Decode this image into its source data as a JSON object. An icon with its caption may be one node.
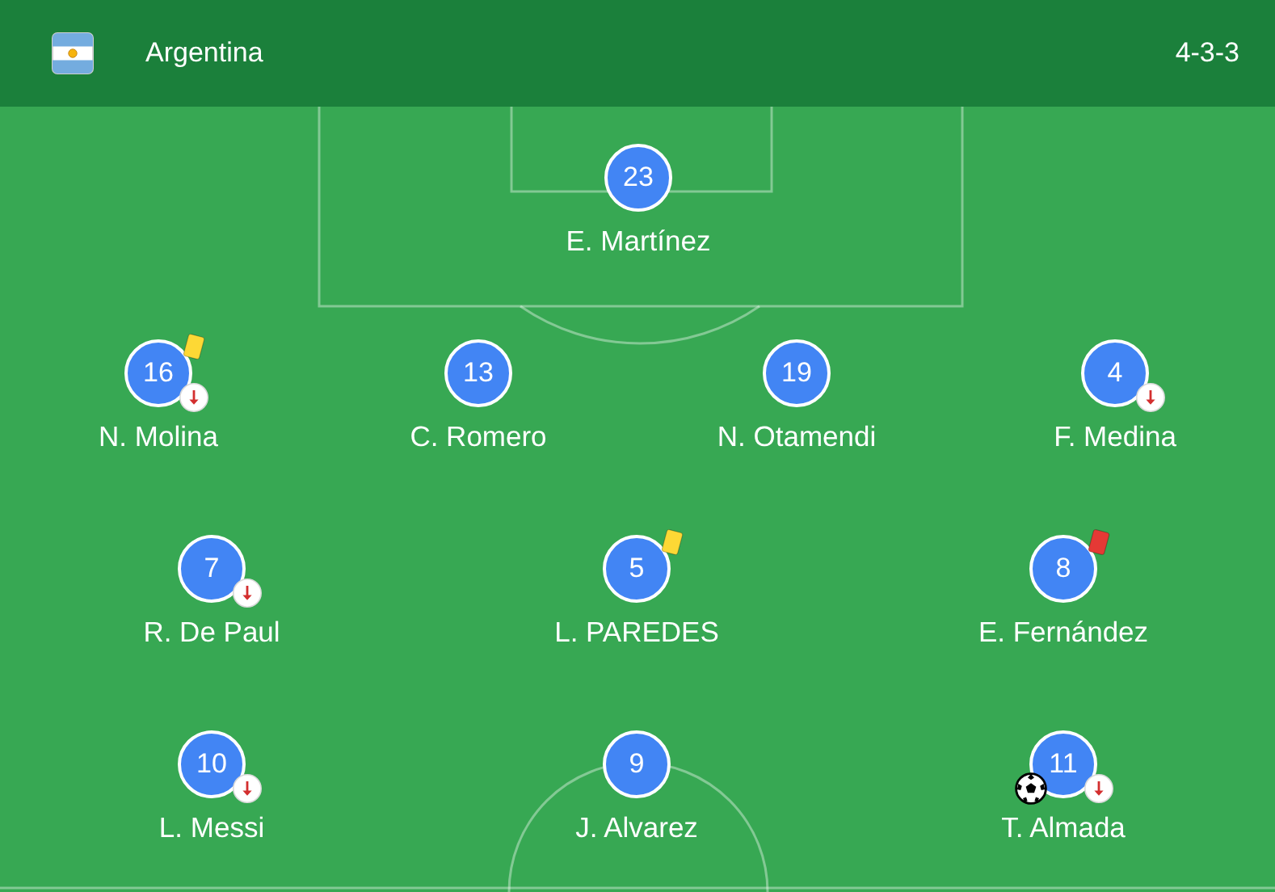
{
  "diagram": {
    "title": "Argentina",
    "nodes": [
      {
        "text": [
          "23"
        ],
        "beside": [
          "E. Martínez"
        ]
      },
      {
        "text": [
          "16"
        ],
        "beside": [
          "N. Molina"
        ]
      },
      {
        "text": [
          "13"
        ],
        "beside": [
          "C. Romero"
        ]
      },
      {
        "text": [
          "19"
        ],
        "beside": [
          "N. Otamendi"
        ]
      },
      {
        "text": [
          "4"
        ],
        "beside": [
          "F. Medina"
        ]
      },
      {
        "text": [
          "7"
        ],
        "beside": [
          "R. De Paul"
        ]
      },
      {
        "text": [
          "5"
        ],
        "beside": [
          "L. PAREDES"
        ]
      },
      {
        "text": [
          "8"
        ],
        "beside": [
          "E. Fernández"
        ]
      },
      {
        "text": [
          "10"
        ],
        "beside": [
          "L. Messi"
        ]
      },
      {
        "text": [
          "9"
        ],
        "beside": [
          "J. Alvarez"
        ]
      },
      {
        "text": [
          "11"
        ],
        "beside": [
          "T. Almada"
        ]
      }
    ],
    "labels": [
      "4-3-3"
    ]
  }
}
